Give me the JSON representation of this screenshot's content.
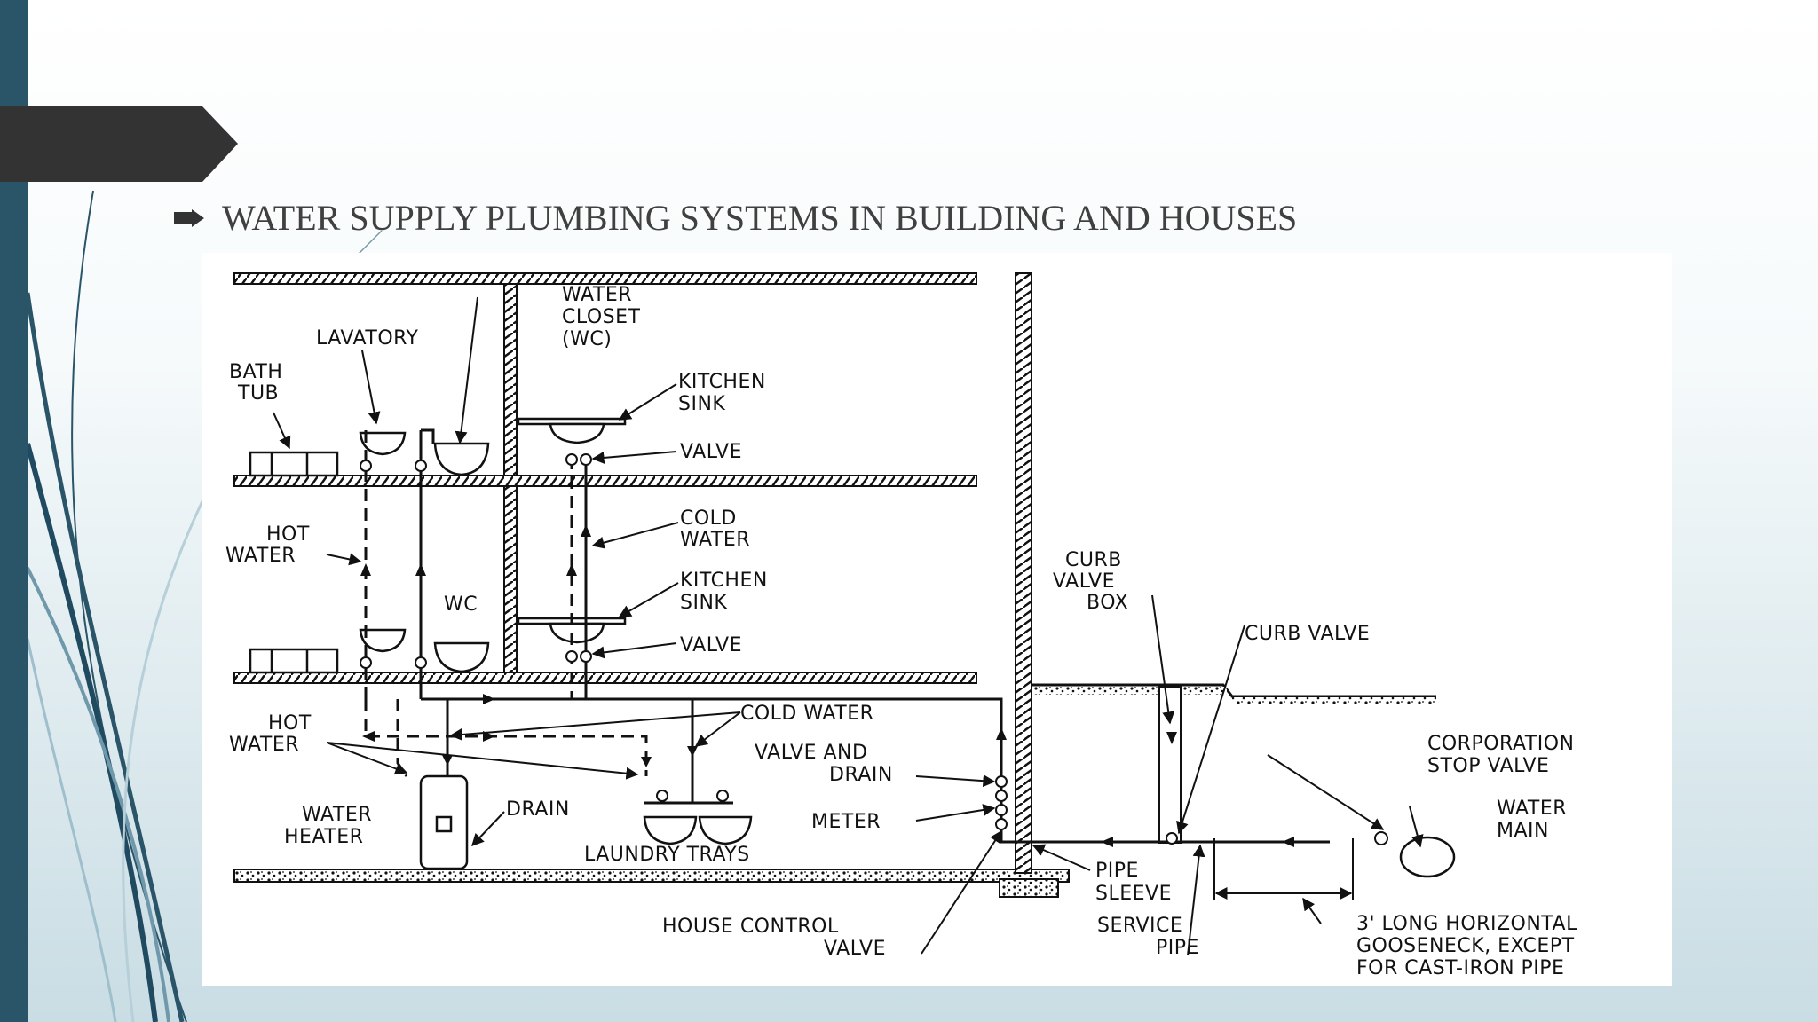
{
  "slide": {
    "bullet_text": "WATER SUPPLY PLUMBING SYSTEMS IN BUILDING AND HOUSES",
    "accent_color": "#2a5468",
    "tab_color": "#333333"
  },
  "diagram": {
    "labels": {
      "water_closet": [
        "WATER",
        "CLOSET",
        "(WC)"
      ],
      "lavatory": "LAVATORY",
      "bath_tub": [
        "BATH",
        "TUB"
      ],
      "kitchen_sink_upper": [
        "KITCHEN",
        "SINK"
      ],
      "valve_upper": "VALVE",
      "hot_water_upper": [
        "HOT",
        "WATER"
      ],
      "cold_water_upper": [
        "COLD",
        "WATER"
      ],
      "wc_lower": "WC",
      "kitchen_sink_lower": [
        "KITCHEN",
        "SINK"
      ],
      "valve_lower": "VALVE",
      "curb_valve_box": [
        "CURB",
        "VALVE",
        "BOX"
      ],
      "curb_valve": "CURB VALVE",
      "cold_water_basement": "COLD WATER",
      "hot_water_basement": [
        "HOT",
        "WATER"
      ],
      "valve_and_drain": [
        "VALVE AND",
        "DRAIN"
      ],
      "corporation_stop_valve": [
        "CORPORATION",
        "STOP VALVE"
      ],
      "water_main": [
        "WATER",
        "MAIN"
      ],
      "water_heater": [
        "WATER",
        "HEATER"
      ],
      "drain": "DRAIN",
      "meter": "METER",
      "laundry_trays": "LAUNDRY TRAYS",
      "pipe_sleeve": [
        "PIPE",
        "SLEEVE"
      ],
      "house_control_valve": [
        "HOUSE CONTROL",
        "VALVE"
      ],
      "service_pipe": [
        "SERVICE",
        "PIPE"
      ],
      "gooseneck": [
        "3' LONG HORIZONTAL",
        "GOOSENECK, EXCEPT",
        "FOR CAST-IRON PIPE"
      ]
    }
  }
}
